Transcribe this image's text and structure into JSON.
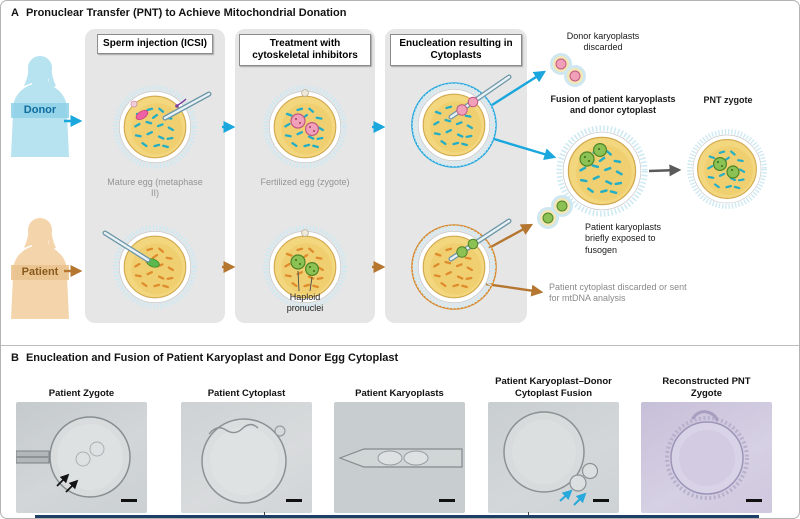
{
  "panelA": {
    "label": "A",
    "title": "Pronuclear Transfer (PNT) to Achieve Mitochondrial Donation",
    "donor_label": "Donor",
    "patient_label": "Patient",
    "steps": [
      {
        "title": "Sperm injection (ICSI)"
      },
      {
        "title": "Treatment with cytoskeletal inhibitors"
      },
      {
        "title": "Enucleation resulting in Cytoplasts"
      }
    ],
    "captions": {
      "mature_egg": "Mature egg (metaphase II)",
      "fertilized_egg": "Fertilized egg (zygote)",
      "haploid_pronuclei": "Haploid pronuclei"
    },
    "annotations": {
      "donor_karyoplasts_discarded": "Donor karyoplasts discarded",
      "fusion": "Fusion of patient karyoplasts and donor cytoplast",
      "pnt_zygote": "PNT zygote",
      "patient_karyoplasts": "Patient karyoplasts briefly exposed to fusogen",
      "patient_cytoplast": "Patient cytoplast discarded or sent for mtDNA analysis"
    },
    "colors": {
      "donor_blue": "#1aa7dd",
      "patient_brown": "#b5762f",
      "donor_silhouette": "#b7e2f0",
      "patient_silhouette": "#f3d4ab"
    }
  },
  "panelB": {
    "label": "B",
    "title": "Enucleation and Fusion of Patient Karyoplast and Donor Egg Cytoplast",
    "images": [
      {
        "label": "Patient Zygote"
      },
      {
        "label": "Patient Cytoplast"
      },
      {
        "label": "Patient Karyoplasts"
      },
      {
        "label": "Patient Karyoplast–Donor Cytoplast Fusion"
      },
      {
        "label": "Reconstructed PNT Zygote"
      }
    ]
  }
}
